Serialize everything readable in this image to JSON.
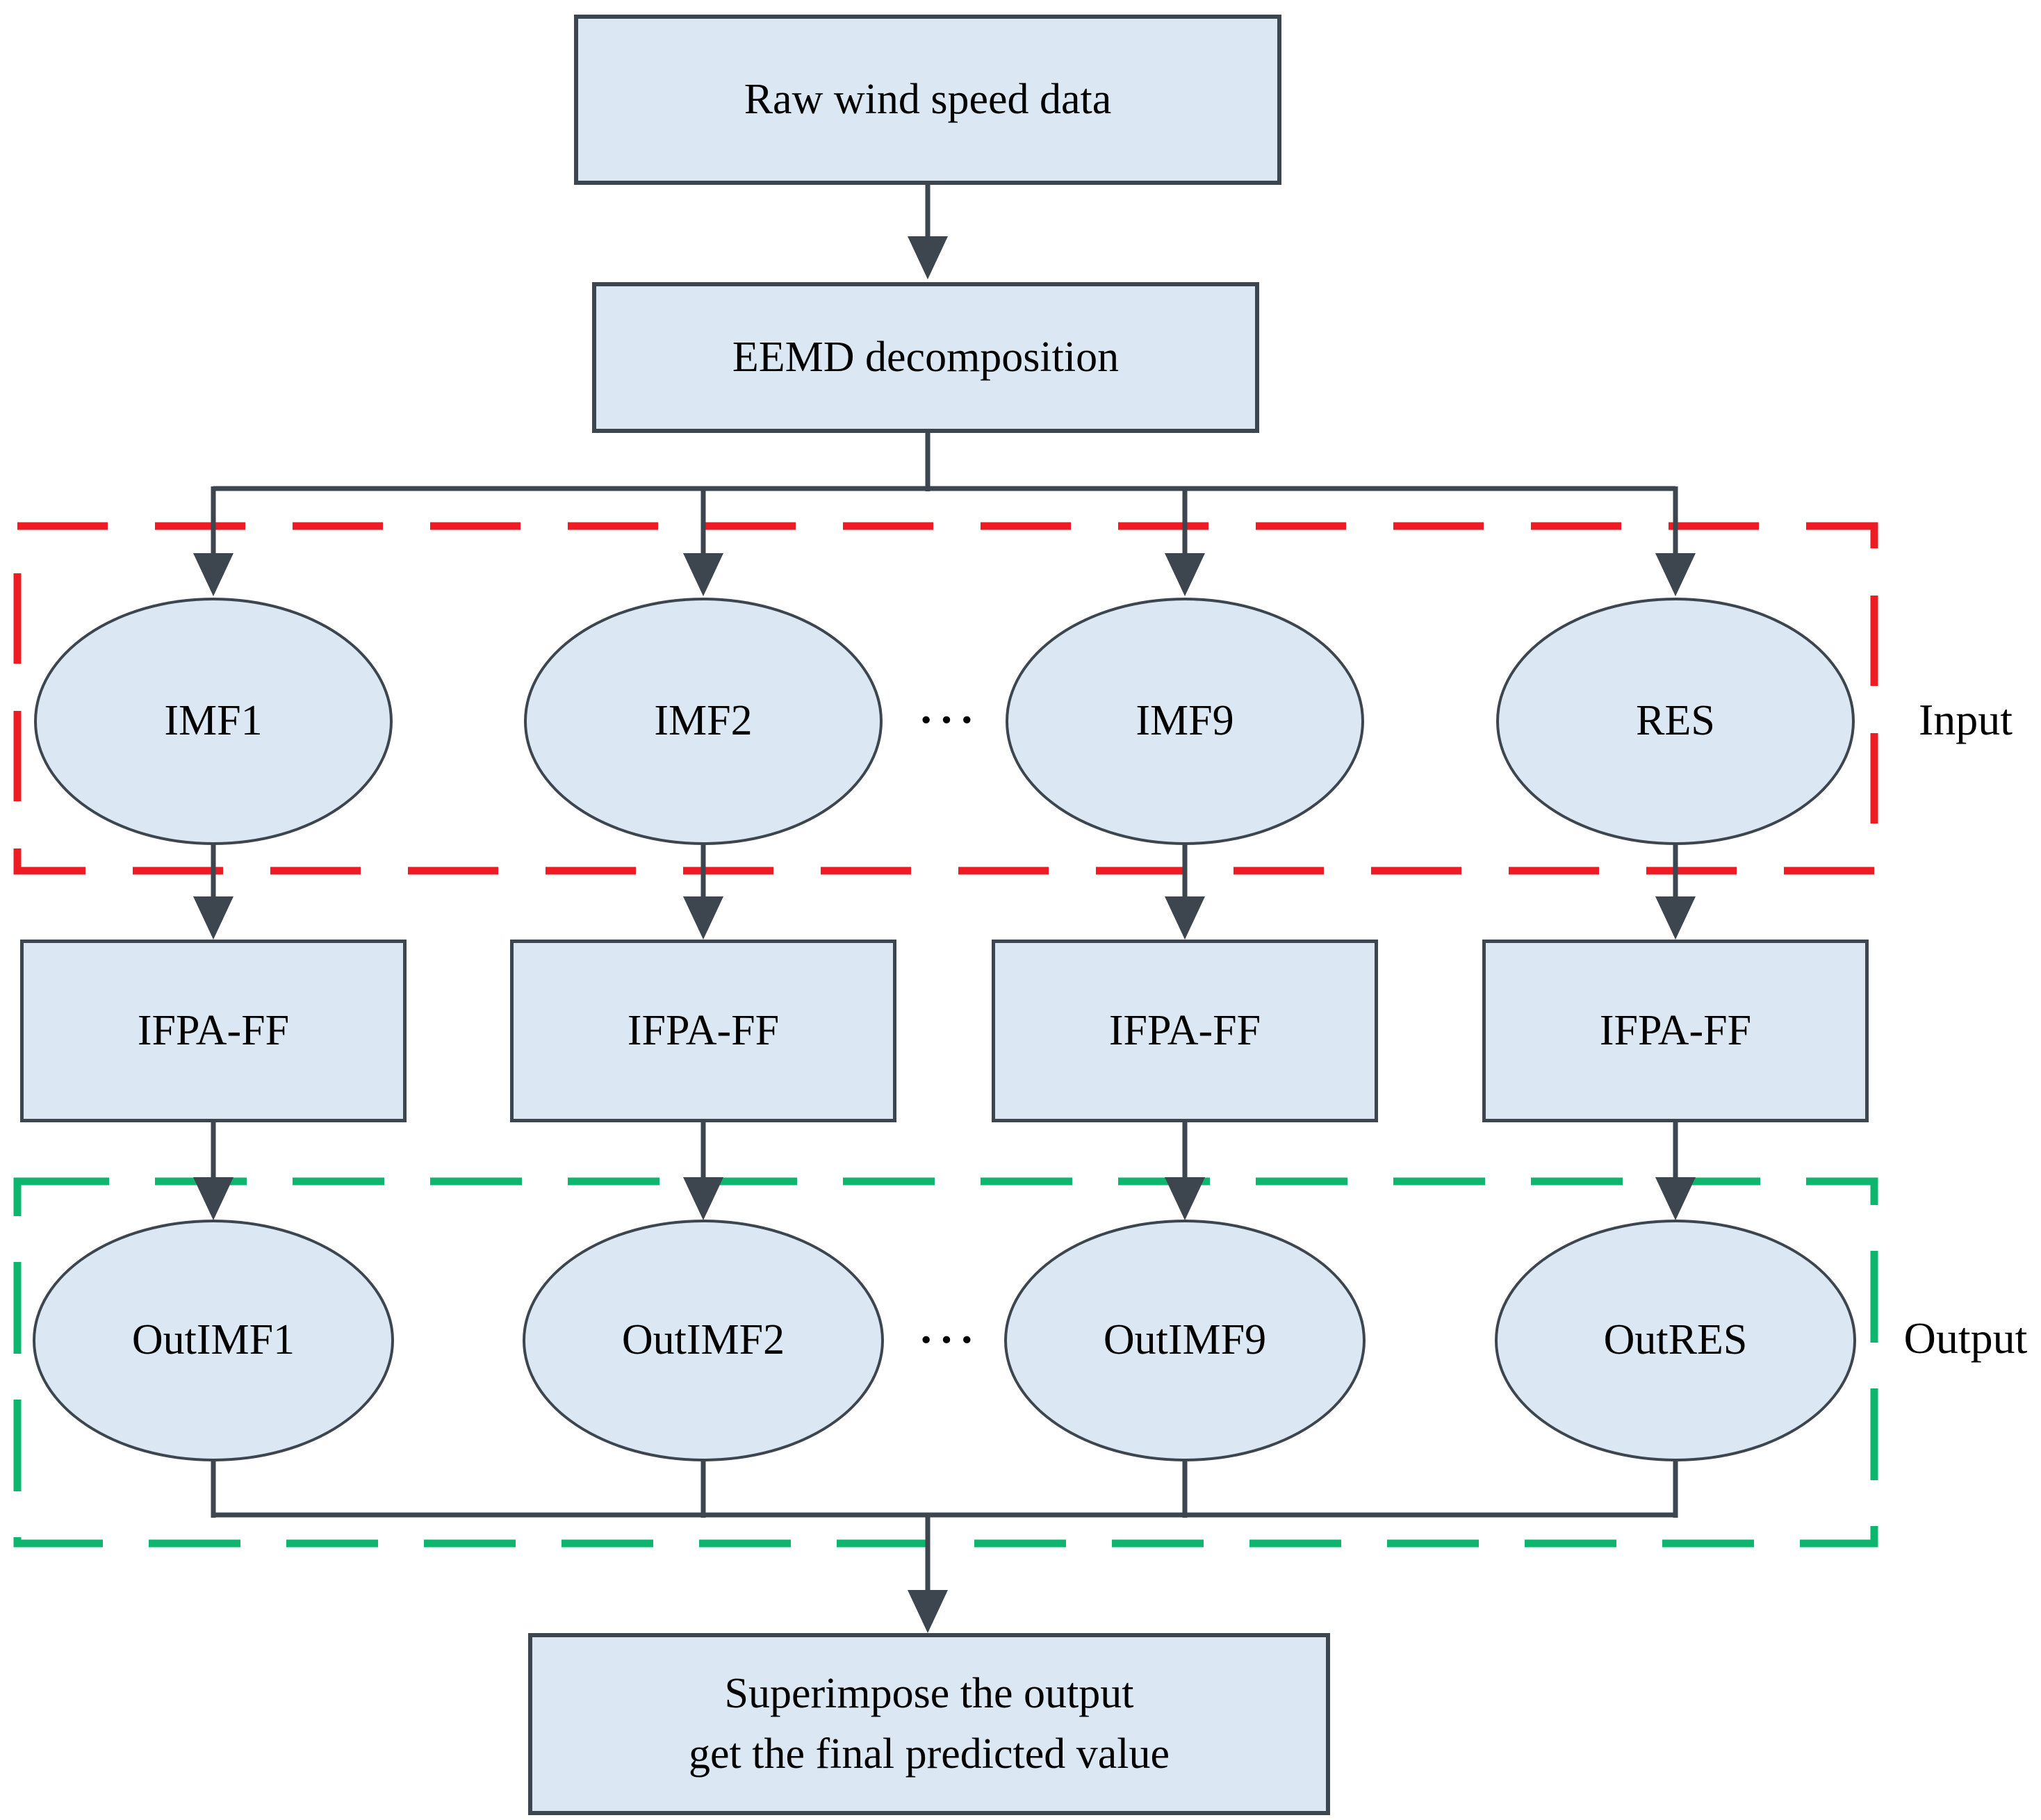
{
  "diagram": {
    "nodes": {
      "raw_data": "Raw wind speed data",
      "eemd": "EEMD decomposition",
      "final": {
        "line1": "Superimpose the output",
        "line2": "get the final predicted value"
      }
    },
    "input_nodes": [
      "IMF1",
      "IMF2",
      "IMF9",
      "RES"
    ],
    "model_nodes": [
      "IFPA-FF",
      "IFPA-FF",
      "IFPA-FF",
      "IFPA-FF"
    ],
    "output_nodes": [
      "OutIMF1",
      "OutIMF2",
      "OutIMF9",
      "OutRES"
    ],
    "ellipsis": "···",
    "labels": {
      "input": "Input",
      "output": "Output"
    },
    "colors": {
      "node_fill": "#dbe8f4",
      "node_border": "#3d464e",
      "line": "#3d464e",
      "input_frame": "#ed1c24",
      "output_frame": "#0db56e",
      "text": "#000000"
    }
  }
}
